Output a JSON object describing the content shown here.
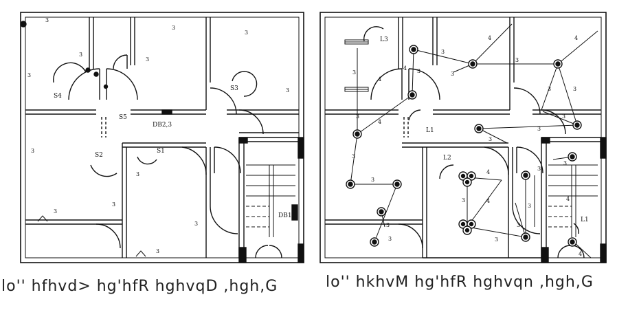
{
  "captions": {
    "left": "lo'' hfhvd> hg'hfR hghvqD ,hgh,G",
    "right": "lo'' hkhvM hg'hfR hghvqn ,hgh,G"
  },
  "left_plan": {
    "switch_labels": [
      "S4",
      "S5",
      "S3",
      "S2",
      "S1"
    ],
    "panel_labels": [
      "DB2,3",
      "DB1"
    ],
    "circuit_marks": "3"
  },
  "right_plan": {
    "light_group_labels": [
      "L3",
      "L1",
      "L2",
      "L1"
    ],
    "circuit_marks": [
      "3",
      "4"
    ]
  },
  "colors": {
    "line": "#111111",
    "background": "#ffffff"
  }
}
